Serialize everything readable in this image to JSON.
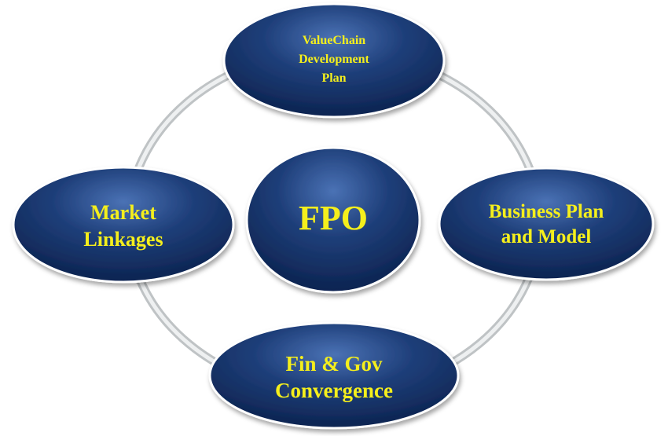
{
  "diagram": {
    "center": {
      "lines": [
        "FPO"
      ]
    },
    "nodes": [
      {
        "id": "value-chain",
        "lines": [
          "ValueChain",
          "Development",
          "Plan"
        ]
      },
      {
        "id": "business-plan",
        "lines": [
          "Business Plan",
          "and Model"
        ]
      },
      {
        "id": "fin-gov",
        "lines": [
          "Fin & Gov",
          "Convergence"
        ]
      },
      {
        "id": "market-linkages",
        "lines": [
          "Market",
          "Linkages"
        ]
      }
    ],
    "colors": {
      "node_fill": "#1f3f7a",
      "node_fill_light": "#3d63a3",
      "node_fill_dark": "#0c2350",
      "text": "#f5ef1c",
      "ring": "#d9dcdd"
    }
  }
}
